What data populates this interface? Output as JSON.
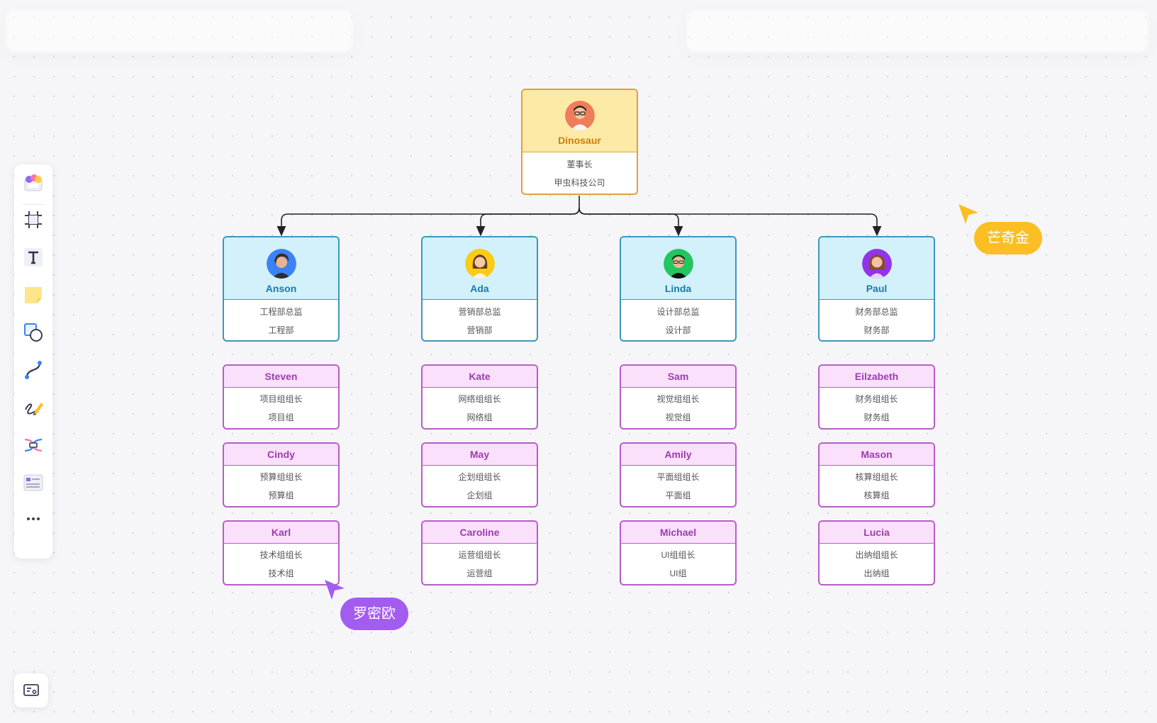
{
  "colors": {
    "root_border": "#e0a13c",
    "root_fill": "#fdeaa6",
    "manager_border": "#3b97bf",
    "manager_fill": "#d2f1fa",
    "team_border": "#b85cc9",
    "team_fill": "#fbe0fb",
    "cursor_yellow": "#fbbf24",
    "cursor_purple": "#a35cf0"
  },
  "toolbar": {
    "items": [
      {
        "name": "templates-icon"
      },
      {
        "name": "frame-icon"
      },
      {
        "name": "text-icon"
      },
      {
        "name": "sticky-note-icon"
      },
      {
        "name": "shapes-icon"
      },
      {
        "name": "connector-icon"
      },
      {
        "name": "pen-icon"
      },
      {
        "name": "mindmap-icon"
      },
      {
        "name": "card-icon"
      },
      {
        "name": "more-icon"
      }
    ]
  },
  "org": {
    "root": {
      "name": "Dinosaur",
      "title": "董事长",
      "dept": "甲虫科技公司",
      "avatar_bg": "#f07c5a"
    },
    "managers": [
      {
        "name": "Anson",
        "title": "工程部总监",
        "dept": "工程部",
        "avatar_bg": "#3b82f6"
      },
      {
        "name": "Ada",
        "title": "营销部总监",
        "dept": "营销部",
        "avatar_bg": "#facc15"
      },
      {
        "name": "Linda",
        "title": "设计部总监",
        "dept": "设计部",
        "avatar_bg": "#22c55e"
      },
      {
        "name": "Paul",
        "title": "财务部总监",
        "dept": "财务部",
        "avatar_bg": "#9333ea"
      }
    ],
    "teams": [
      [
        {
          "name": "Steven",
          "title": "项目组组长",
          "dept": "项目组"
        },
        {
          "name": "Cindy",
          "title": "预算组组长",
          "dept": "预算组"
        },
        {
          "name": "Karl",
          "title": "技术组组长",
          "dept": "技术组"
        }
      ],
      [
        {
          "name": "Kate",
          "title": "网络组组长",
          "dept": "网络组"
        },
        {
          "name": "May",
          "title": "企划组组长",
          "dept": "企划组"
        },
        {
          "name": "Caroline",
          "title": "运营组组长",
          "dept": "运营组"
        }
      ],
      [
        {
          "name": "Sam",
          "title": "视觉组组长",
          "dept": "视觉组"
        },
        {
          "name": "Amily",
          "title": "平面组组长",
          "dept": "平面组"
        },
        {
          "name": "Michael",
          "title": "UI组组长",
          "dept": "UI组"
        }
      ],
      [
        {
          "name": "Eilzabeth",
          "title": "财务组组长",
          "dept": "财务组"
        },
        {
          "name": "Mason",
          "title": "核算组组长",
          "dept": "核算组"
        },
        {
          "name": "Lucia",
          "title": "出纳组组长",
          "dept": "出纳组"
        }
      ]
    ]
  },
  "collaborators": [
    {
      "name": "芒奇金",
      "color": "#fbbf24"
    },
    {
      "name": "罗密欧",
      "color": "#a35cf0"
    }
  ]
}
